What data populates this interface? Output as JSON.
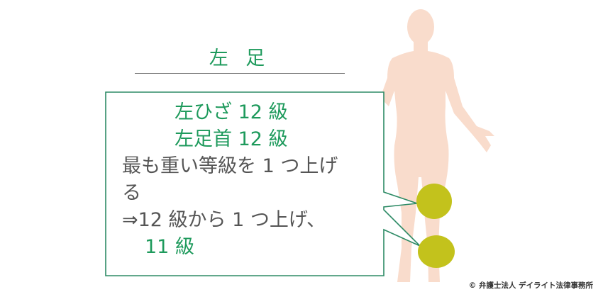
{
  "title": "左 足",
  "callout": {
    "lines": [
      {
        "text": "左ひざ 12 級",
        "color": "green"
      },
      {
        "text": "左足首 12 級",
        "color": "green"
      },
      {
        "text": "最も重い等級を 1 つ上げ",
        "color": "gray"
      },
      {
        "text": "る",
        "color": "gray"
      },
      {
        "text": "⇒12 級から 1 つ上げ、",
        "color": "gray"
      },
      {
        "text": "11 級",
        "color": "green"
      }
    ]
  },
  "markers": [
    {
      "label": "left-knee",
      "color": "#c3c21c"
    },
    {
      "label": "left-ankle",
      "color": "#c3c21c"
    }
  ],
  "colors": {
    "accent_green": "#1e9a5c",
    "border_green": "#2e8b66",
    "body_skin": "#f8d8c8",
    "marker": "#c3c21c",
    "text_gray": "#555555"
  },
  "copyright": "© 弁護士法人 デイライト法律事務所"
}
